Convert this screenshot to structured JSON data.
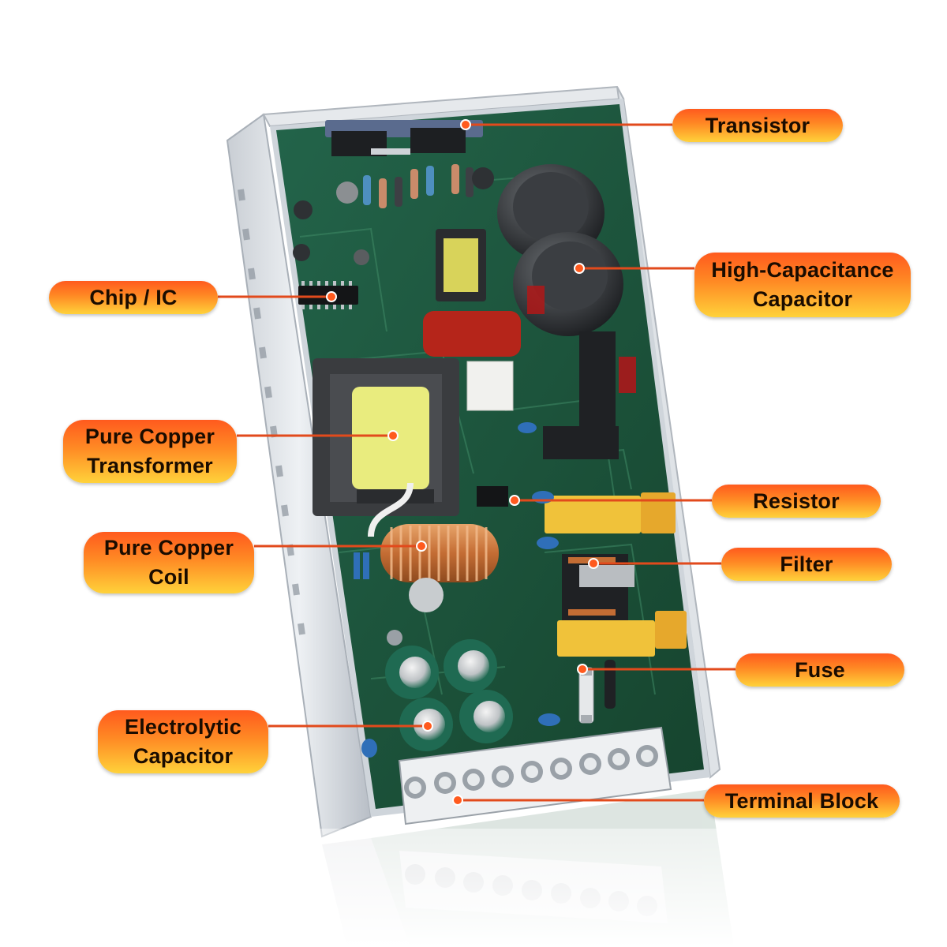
{
  "callouts": {
    "transistor": {
      "line1": "Transistor"
    },
    "high_capacitance_capacitor": {
      "line1": "High-Capacitance",
      "line2": "Capacitor"
    },
    "chip_ic": {
      "line1": "Chip / IC"
    },
    "pure_copper_transformer": {
      "line1": "Pure Copper",
      "line2": "Transformer"
    },
    "resistor": {
      "line1": "Resistor"
    },
    "pure_copper_coil": {
      "line1": "Pure Copper",
      "line2": "Coil"
    },
    "filter": {
      "line1": "Filter"
    },
    "fuse": {
      "line1": "Fuse"
    },
    "electrolytic_capacitor": {
      "line1": "Electrolytic",
      "line2": "Capacitor"
    },
    "terminal_block": {
      "line1": "Terminal Block"
    }
  },
  "colors": {
    "callout_top": "#ff5a1e",
    "callout_bottom": "#ffd23a",
    "leader_line": "#e24a1c",
    "pcb_green": "#1f5a3a",
    "metal_case": "#d6dbe0"
  }
}
